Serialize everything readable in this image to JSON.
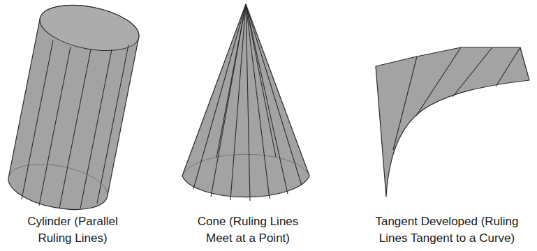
{
  "diagram": {
    "labels": [
      "Cylinder (Parallel Ruling Lines)",
      "Cone (Ruling Lines Meet at a Point)",
      "Tangent Developed (Ruling Lines Tangent to a Curve)"
    ]
  }
}
